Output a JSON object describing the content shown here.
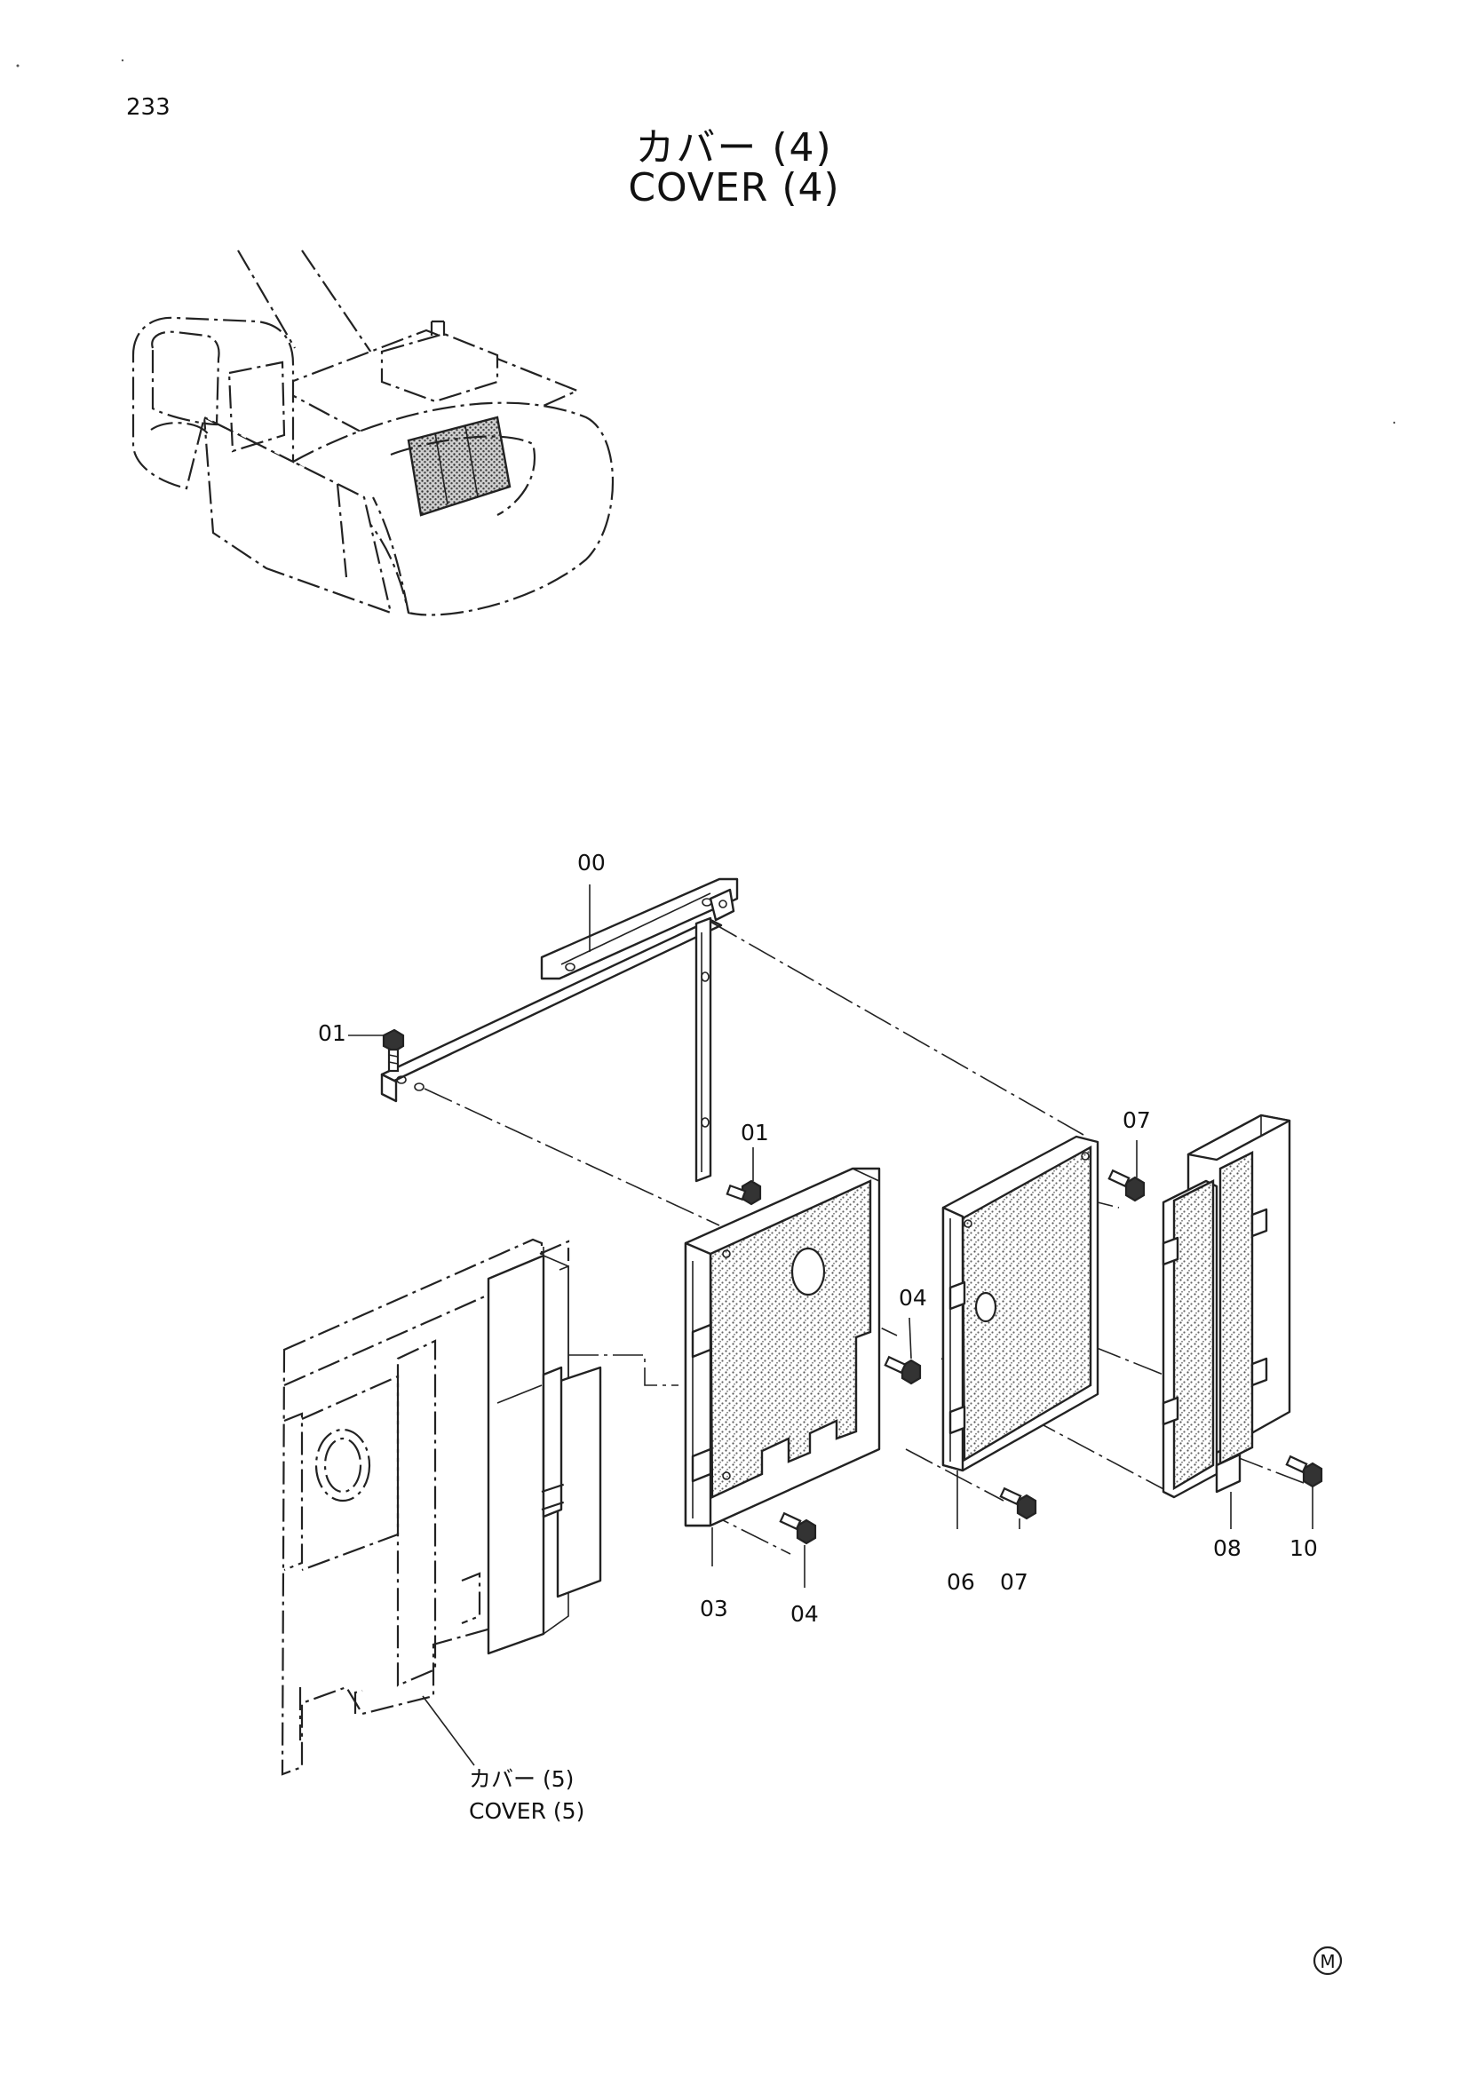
{
  "page": {
    "number": "233"
  },
  "title": {
    "japanese": "カバー (4)",
    "english": "COVER (4)"
  },
  "callouts": [
    {
      "id": "00",
      "label": "00"
    },
    {
      "id": "01a",
      "label": "01"
    },
    {
      "id": "01b",
      "label": "01"
    },
    {
      "id": "03",
      "label": "03"
    },
    {
      "id": "04a",
      "label": "04"
    },
    {
      "id": "04b",
      "label": "04"
    },
    {
      "id": "06",
      "label": "06"
    },
    {
      "id": "07a",
      "label": "07"
    },
    {
      "id": "07b",
      "label": "07"
    },
    {
      "id": "08",
      "label": "08"
    },
    {
      "id": "10",
      "label": "10"
    }
  ],
  "reference": {
    "japanese": "カバー (5)",
    "english": "COVER (5)"
  },
  "mark": {
    "symbol": "M"
  }
}
